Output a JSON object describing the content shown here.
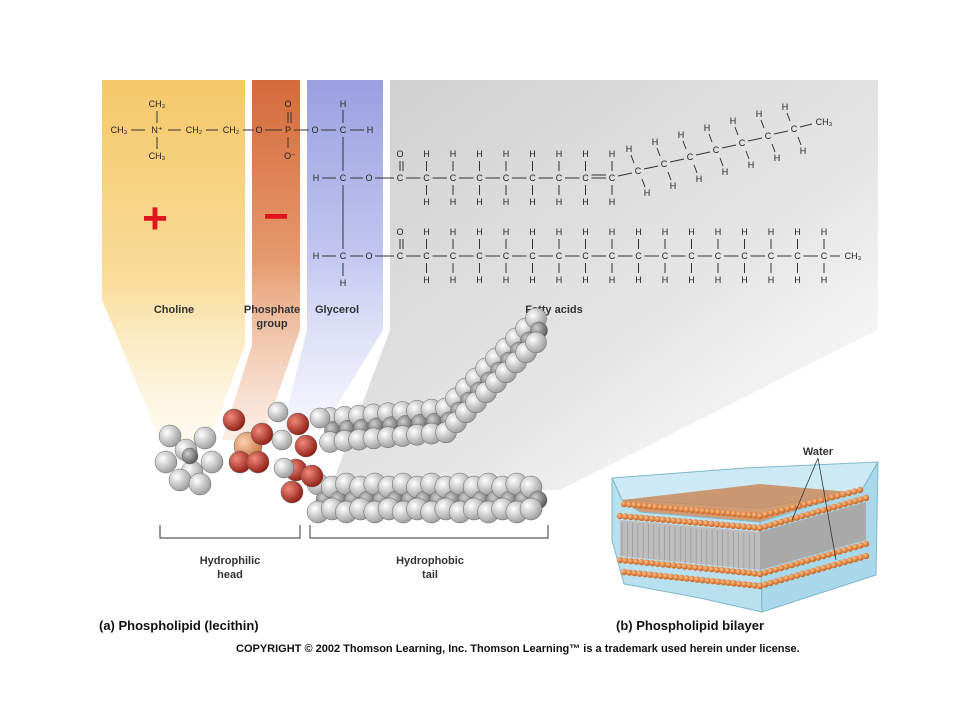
{
  "structure": {
    "choline": {
      "methyl_top": "CH₃",
      "methyl_left": "CH₃",
      "nitrogen": "N⁺",
      "ch2_a": "CH₂",
      "ch2_b": "CH₂",
      "methyl_bottom": "CH₃"
    },
    "phosphate": {
      "oxygen_top": "O",
      "bridge_o": "O",
      "phosphorus": "P",
      "oxygen_bottom": "O⁻",
      "oxygen_right": "O"
    },
    "glycerol": {
      "carbon": "C",
      "hydrogen": "H"
    },
    "fatty_acid": {
      "carbon": "C",
      "hydrogen": "H",
      "oxygen": "O",
      "terminal": "CH₃"
    },
    "charges": {
      "positive": "+",
      "negative": "−"
    }
  },
  "labels": {
    "choline": "Choline",
    "phosphate_line1": "Phosphate",
    "phosphate_line2": "group",
    "glycerol": "Glycerol",
    "fatty_acids": "Fatty acids",
    "hydrophilic_line1": "Hydrophilic",
    "hydrophilic_line2": "head",
    "hydrophobic_line1": "Hydrophobic",
    "hydrophobic_line2": "tail",
    "water": "Water"
  },
  "captions": {
    "a": "(a)  Phospholipid (lecithin)",
    "b": "(b)  Phospholipid bilayer",
    "copyright": "COPYRIGHT © 2002 Thomson Learning, Inc. Thomson Learning™ is a trademark used herein under license."
  },
  "colors": {
    "choline_band": "#f6d27a",
    "phosphate_band": "#d9784a",
    "glycerol_band": "#a9aee6",
    "fatty_band": "#d9d9d9",
    "charge_red": "#e0141c",
    "oxygen_red": "#c0392b",
    "phosphorus": "#e8a07a",
    "water_blue": "#a8d8ea",
    "lipid_orange": "#e07b39"
  }
}
